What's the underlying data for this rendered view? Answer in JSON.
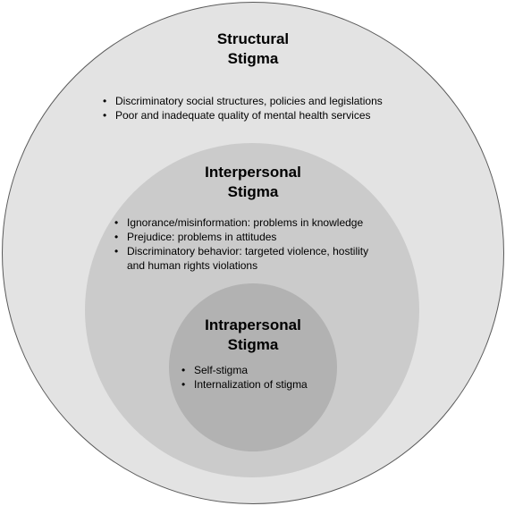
{
  "structural": {
    "title_line1": "Structural",
    "title_line2": "Stigma",
    "items": [
      "Discriminatory social structures, policies and legislations",
      "Poor and inadequate quality of mental health services"
    ]
  },
  "interpersonal": {
    "title_line1": "Interpersonal",
    "title_line2": "Stigma",
    "items": [
      "Ignorance/misinformation: problems in knowledge",
      "Prejudice: problems in attitudes",
      "Discriminatory behavior: targeted violence, hostility and human rights violations"
    ]
  },
  "intrapersonal": {
    "title_line1": "Intrapersonal",
    "title_line2": "Stigma",
    "items": [
      "Self-stigma",
      "Internalization of stigma"
    ]
  },
  "bullet_glyph": "•",
  "colors": {
    "outer_fill": "#e3e3e3",
    "middle_fill": "#cbcbcb",
    "inner_fill": "#b2b2b2",
    "outline": "#5a5a5a"
  }
}
